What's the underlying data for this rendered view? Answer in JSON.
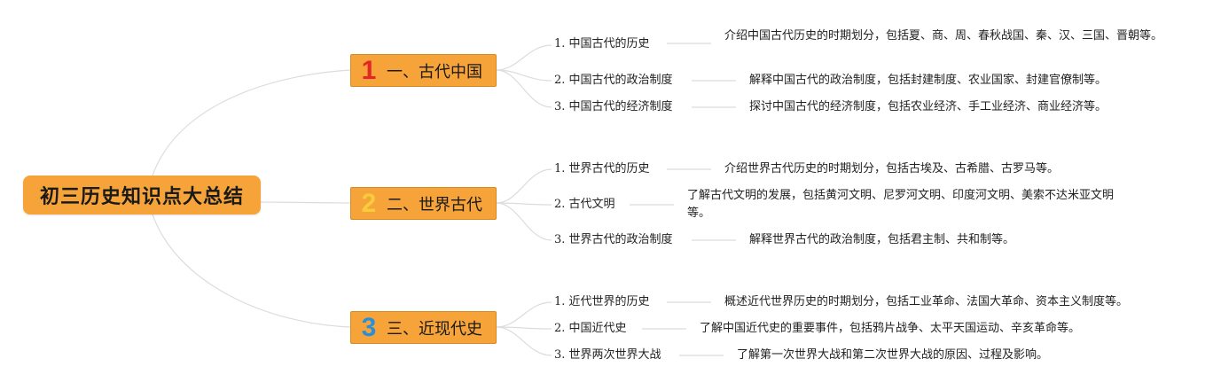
{
  "root": {
    "label": "初三历史知识点大总结"
  },
  "colors": {
    "node_fill": "#f6a33a",
    "num1": "#e32727",
    "num2": "#f7cd3b",
    "num3": "#2c8fd6",
    "line": "#dcdcdc"
  },
  "branches": [
    {
      "number": "1",
      "label": "一、古代中国",
      "children": [
        {
          "label": "1. 中国古代的历史",
          "desc": "介绍中国古代历史的时期划分，包括夏、商、周、春秋战国、秦、汉、三国、晋朝等。"
        },
        {
          "label": "2. 中国古代的政治制度",
          "desc": "解释中国古代的政治制度，包括封建制度、农业国家、封建官僚制等。"
        },
        {
          "label": "3. 中国古代的经济制度",
          "desc": "探讨中国古代的经济制度，包括农业经济、手工业经济、商业经济等。"
        }
      ]
    },
    {
      "number": "2",
      "label": "二、世界古代",
      "children": [
        {
          "label": "1. 世界古代的历史",
          "desc": "介绍世界古代历史的时期划分，包括古埃及、古希腊、古罗马等。"
        },
        {
          "label": "2. 古代文明",
          "desc": "了解古代文明的发展，包括黄河文明、尼罗河文明、印度河文明、美索不达米亚文明等。"
        },
        {
          "label": "3. 世界古代的政治制度",
          "desc": "解释世界古代的政治制度，包括君主制、共和制等。"
        }
      ]
    },
    {
      "number": "3",
      "label": "三、近现代史",
      "children": [
        {
          "label": "1. 近代世界的历史",
          "desc": "概述近代世界历史的时期划分，包括工业革命、法国大革命、资本主义制度等。"
        },
        {
          "label": "2. 中国近代史",
          "desc": "了解中国近代史的重要事件，包括鸦片战争、太平天国运动、辛亥革命等。"
        },
        {
          "label": "3. 世界两次世界大战",
          "desc": "了解第一次世界大战和第二次世界大战的原因、过程及影响。"
        }
      ]
    }
  ]
}
